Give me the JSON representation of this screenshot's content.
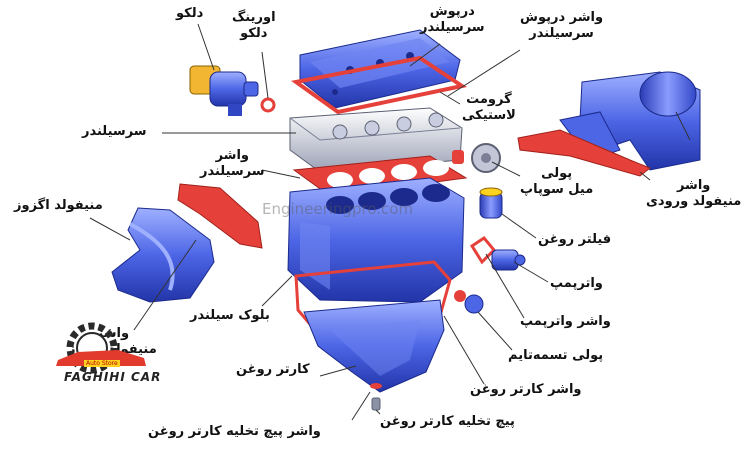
{
  "diagram": {
    "watermark": "Engineeringpro.com",
    "brand": {
      "name": "FAGHIHI CAR",
      "tagline": "Auto Store",
      "accent": "#e23b2e",
      "dark": "#2a2a2a"
    },
    "colors": {
      "part_blue": "#4d66e6",
      "part_dark": "#2234a8",
      "gasket_red": "#e5413a",
      "leader": "#333333"
    },
    "labels": {
      "distributor": "دلکو",
      "distributor_oring": [
        "اورینگ",
        "دلکو"
      ],
      "valve_cover": [
        "درپوش",
        "سرسیلندر"
      ],
      "valve_cover_gasket": [
        "واشر درپوش",
        "سرسیلندر"
      ],
      "rubber_grommet": [
        "گرومت",
        "لاستیکی"
      ],
      "cylinder_head": "سرسیلندر",
      "intake_manifold_gasket": [
        "واشر",
        "منیفولد ورودی"
      ],
      "head_gasket": [
        "واشر",
        "سرسیلندر"
      ],
      "camshaft_pulley": [
        "پولی",
        "میل سوپاپ"
      ],
      "exhaust_manifold": "منیفولد اگزوز",
      "oil_filter": "فیلتر روغن",
      "water_pump": "واترپمپ",
      "water_pump_gasket": "واشر واترپمپ",
      "exhaust_manifold_gasket": [
        "واشر",
        "منیفولد اگزوز"
      ],
      "cylinder_block": "بلوک سیلندر",
      "timing_pulley": "پولی تسمه‌تایم",
      "oil_pan": "کارتر روغن",
      "oil_pan_gasket": "واشر کارتر روغن",
      "drain_plug": "پیچ تخلیه کارتر روغن",
      "drain_plug_washer": "واشر پیچ تخلیه کارتر روغن"
    }
  }
}
